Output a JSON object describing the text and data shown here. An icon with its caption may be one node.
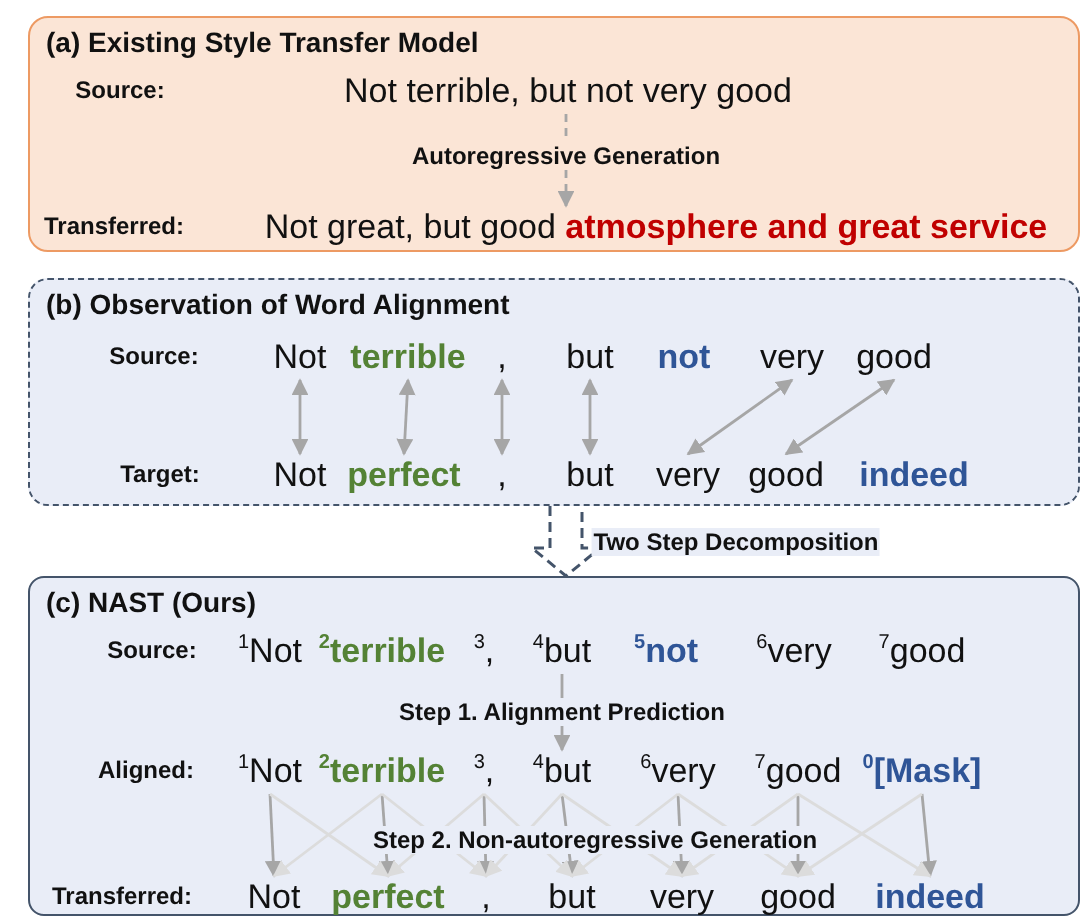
{
  "diagram": {
    "nodes": [
      {
        "text": [
          "(a) Existing Style Transfer Model"
        ]
      },
      {
        "text": [
          "Not terrible, but not very good"
        ],
        "in": 0
      },
      {
        "text": [
          "Not great, but good **atmosphere and great service**"
        ],
        "in": 0
      },
      {
        "text": [
          "(b) Observation of Word Alignment"
        ]
      },
      {
        "text": [
          "Not"
        ],
        "in": 3
      },
      {
        "text": [
          "terrible"
        ],
        "in": 3
      },
      {
        "text": [
          ","
        ],
        "in": 3
      },
      {
        "text": [
          "but"
        ],
        "in": 3
      },
      {
        "text": [
          "not"
        ],
        "in": 3
      },
      {
        "text": [
          "very"
        ],
        "in": 3
      },
      {
        "text": [
          "good"
        ],
        "in": 3
      },
      {
        "text": [
          "Not"
        ],
        "in": 3
      },
      {
        "text": [
          "perfect"
        ],
        "in": 3
      },
      {
        "text": [
          ","
        ],
        "in": 3
      },
      {
        "text": [
          "but"
        ],
        "in": 3
      },
      {
        "text": [
          "very"
        ],
        "in": 3
      },
      {
        "text": [
          "good"
        ],
        "in": 3
      },
      {
        "text": [
          "indeed"
        ],
        "in": 3
      },
      {
        "text": [
          "(c) NAST (Ours)"
        ]
      },
      {
        "text": [
          "$^{1}$Not"
        ],
        "in": 18
      },
      {
        "text": [
          "$^{2}$terrible"
        ],
        "in": 18
      },
      {
        "text": [
          "$^{3}$,"
        ],
        "in": 18
      },
      {
        "text": [
          "$^{4}$but"
        ],
        "in": 18
      },
      {
        "text": [
          "$^{5}$not"
        ],
        "in": 18
      },
      {
        "text": [
          "$^{6}$very"
        ],
        "in": 18
      },
      {
        "text": [
          "$^{7}$good"
        ],
        "in": 18
      },
      {
        "text": [
          "$^{1}$Not"
        ],
        "in": 18
      },
      {
        "text": [
          "$^{2}$terrible"
        ],
        "in": 18
      },
      {
        "text": [
          "$^{3}$,"
        ],
        "in": 18
      },
      {
        "text": [
          "$^{4}$but"
        ],
        "in": 18
      },
      {
        "text": [
          "$^{6}$very"
        ],
        "in": 18
      },
      {
        "text": [
          "$^{7}$good"
        ],
        "in": 18
      },
      {
        "text": [
          "$^{0}$[Mask]"
        ],
        "in": 18
      },
      {
        "text": [
          "Not"
        ],
        "in": 18
      },
      {
        "text": [
          "perfect"
        ],
        "in": 18
      },
      {
        "text": [
          ","
        ],
        "in": 18
      },
      {
        "text": [
          "but"
        ],
        "in": 18
      },
      {
        "text": [
          "very"
        ],
        "in": 18
      },
      {
        "text": [
          "good"
        ],
        "in": 18
      },
      {
        "text": [
          "indeed"
        ],
        "in": 18
      }
    ],
    "edges": [
      {
        "from": 1,
        "to": 2,
        "arrow": "to",
        "label": "Autoregressive Generation",
        "style": "dashed"
      },
      {
        "from": 4,
        "to": 11,
        "arrow": "both"
      },
      {
        "from": 5,
        "to": 12,
        "arrow": "both"
      },
      {
        "from": 6,
        "to": 13,
        "arrow": "both"
      },
      {
        "from": 7,
        "to": 14,
        "arrow": "both"
      },
      {
        "from": 9,
        "to": 15,
        "arrow": "both"
      },
      {
        "from": 10,
        "to": 16,
        "arrow": "both"
      },
      {
        "from": 3,
        "to": 18,
        "arrow": "to",
        "label": "Two Step Decomposition",
        "style": "dashed",
        "color": "#44546a"
      },
      {
        "from": 22,
        "to": 29,
        "arrow": "to",
        "label": "Step 1. Alignment Prediction"
      },
      {
        "from": 26,
        "to": 33,
        "arrow": "to"
      },
      {
        "from": 27,
        "to": 34,
        "arrow": "to"
      },
      {
        "from": 28,
        "to": 35,
        "arrow": "to"
      },
      {
        "from": 29,
        "to": 36,
        "arrow": "to",
        "label": "Step 2. Non-autoregressive Generation"
      },
      {
        "from": 30,
        "to": 37,
        "arrow": "to"
      },
      {
        "from": 31,
        "to": 38,
        "arrow": "to"
      },
      {
        "from": 32,
        "to": 39,
        "arrow": "to"
      },
      {
        "from": 26,
        "to": 34,
        "arrow": "to",
        "color": "#dcdcdc"
      },
      {
        "from": 27,
        "to": 33,
        "arrow": "to",
        "color": "#dcdcdc"
      },
      {
        "from": 27,
        "to": 35,
        "arrow": "to",
        "color": "#dcdcdc"
      },
      {
        "from": 28,
        "to": 34,
        "arrow": "to",
        "color": "#dcdcdc"
      },
      {
        "from": 28,
        "to": 36,
        "arrow": "to",
        "color": "#dcdcdc"
      },
      {
        "from": 29,
        "to": 35,
        "arrow": "to",
        "color": "#dcdcdc"
      },
      {
        "from": 29,
        "to": 37,
        "arrow": "to",
        "color": "#dcdcdc"
      },
      {
        "from": 30,
        "to": 36,
        "arrow": "to",
        "color": "#dcdcdc"
      },
      {
        "from": 30,
        "to": 38,
        "arrow": "to",
        "color": "#dcdcdc"
      },
      {
        "from": 31,
        "to": 37,
        "arrow": "to",
        "color": "#dcdcdc"
      },
      {
        "from": 31,
        "to": 39,
        "arrow": "to",
        "color": "#dcdcdc"
      },
      {
        "from": 32,
        "to": 38,
        "arrow": "to",
        "color": "#dcdcdc"
      }
    ],
    "labels": [
      "Source:",
      "Transferred:",
      "Source:",
      "Target:",
      "Source:",
      "Aligned:",
      "Transferred:"
    ]
  }
}
